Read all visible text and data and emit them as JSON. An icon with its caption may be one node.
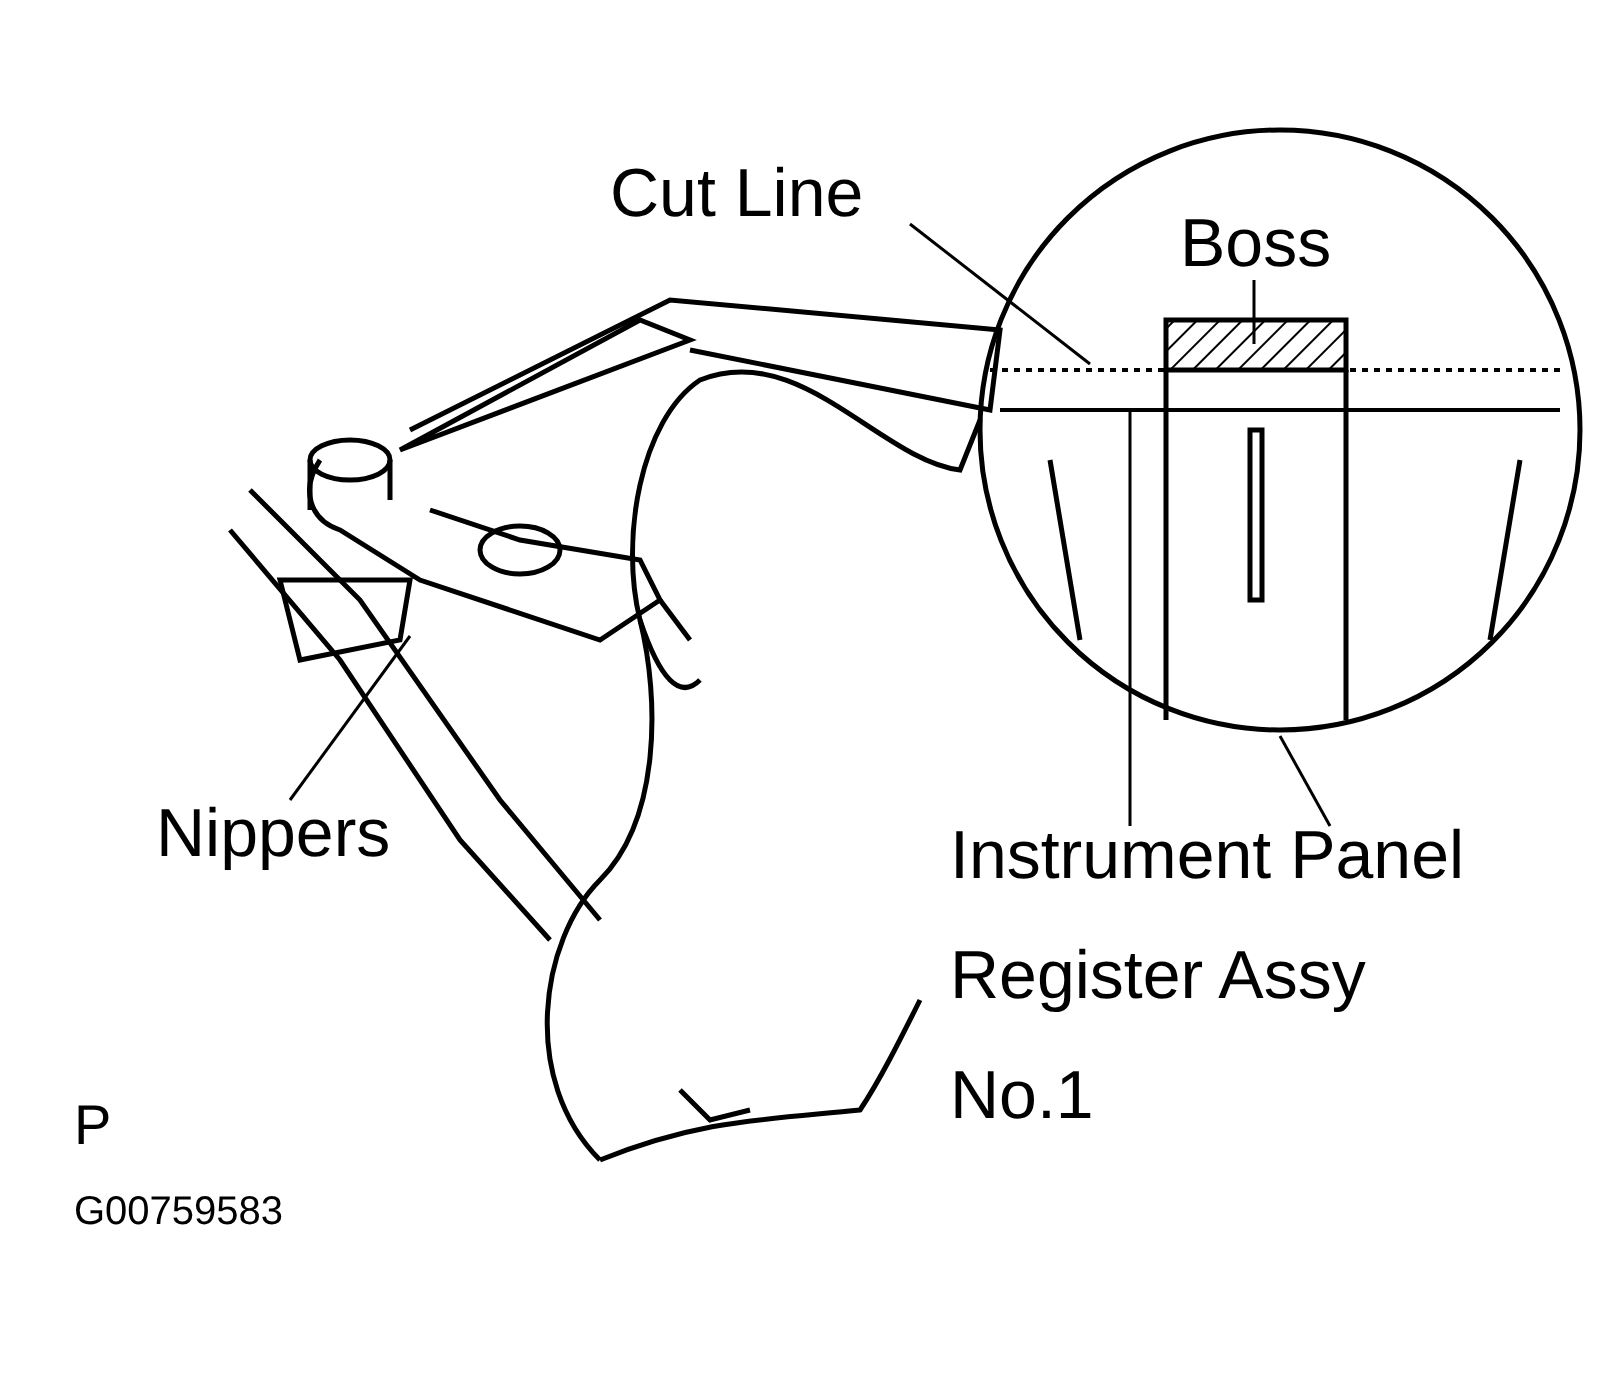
{
  "diagram": {
    "nodes": [
      {
        "text": [
          "Cut Line"
        ]
      },
      {
        "text": [
          "Boss"
        ]
      },
      {
        "text": [
          "Nippers"
        ]
      },
      {
        "text": [
          "Instrument Panel Register Assy No.1"
        ]
      }
    ],
    "edges": [
      {
        "from": 0,
        "to": null,
        "arrow": "none"
      },
      {
        "from": 1,
        "to": null,
        "arrow": "none"
      },
      {
        "from": 2,
        "to": null,
        "arrow": "none"
      },
      {
        "from": 3,
        "to": null,
        "arrow": "none"
      },
      {
        "from": 3,
        "to": null,
        "arrow": "none"
      }
    ],
    "labels": [
      "P",
      "G00759583"
    ]
  }
}
